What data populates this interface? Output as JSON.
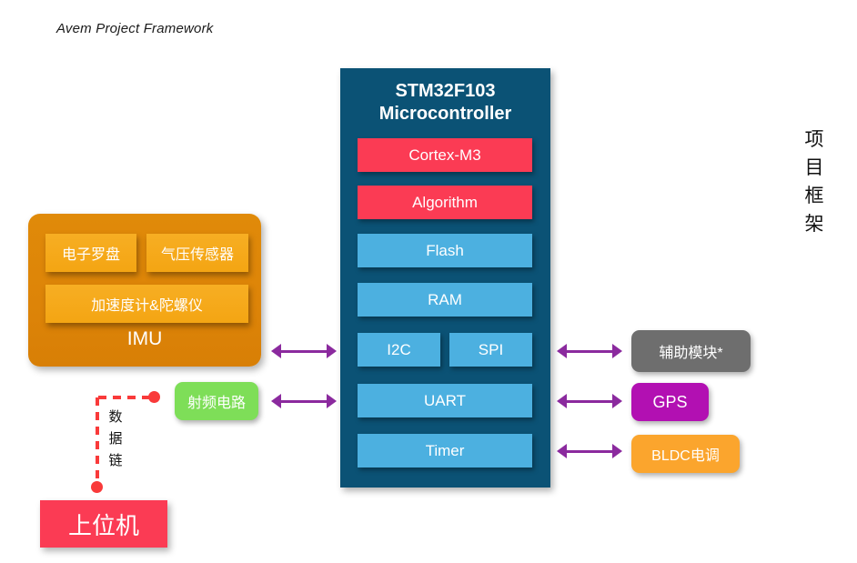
{
  "slide": {
    "title": "Avem Project Framework",
    "side_label_chars": [
      "项",
      "目",
      "框",
      "架"
    ]
  },
  "mcu": {
    "title_line1": "STM32F103",
    "title_line2": "Microcontroller",
    "color": "#0b5275",
    "blocks": [
      {
        "label": "Cortex-M3",
        "color": "#fb3b54"
      },
      {
        "label": "Algorithm",
        "color": "#fb3b54"
      },
      {
        "label": "Flash",
        "color": "#4cb0e0"
      },
      {
        "label": "RAM",
        "color": "#4cb0e0"
      },
      {
        "label": "I2C",
        "color": "#4cb0e0"
      },
      {
        "label": "SPI",
        "color": "#4cb0e0"
      },
      {
        "label": "UART",
        "color": "#4cb0e0"
      },
      {
        "label": "Timer",
        "color": "#4cb0e0"
      }
    ]
  },
  "imu": {
    "label": "IMU",
    "color": "#dd8408",
    "sub_color": "#f4a513",
    "sensors": [
      {
        "label": "电子罗盘"
      },
      {
        "label": "气压传感器"
      },
      {
        "label": "加速度计&陀螺仪"
      }
    ]
  },
  "peripherals": {
    "rf": {
      "label": "射频电路",
      "color": "#7ede58"
    },
    "aux": {
      "label": "辅助模块*",
      "color": "#6e6e6e"
    },
    "gps": {
      "label": "GPS",
      "color": "#b210b2"
    },
    "bldc": {
      "label": "BLDC电调",
      "color": "#fba52d"
    }
  },
  "host": {
    "label": "上位机",
    "color": "#fb3b54"
  },
  "datalink": {
    "label_chars": [
      "数",
      "据",
      "链"
    ],
    "color": "#f93a3a",
    "style": "dashed"
  },
  "connectors": {
    "arrow_color": "#8b2a9e",
    "links": [
      {
        "name": "imu-to-i2c-spi",
        "from": "IMU",
        "to": "I2C/SPI",
        "bidirectional": true
      },
      {
        "name": "rf-to-uart",
        "from": "射频电路",
        "to": "UART",
        "bidirectional": true
      },
      {
        "name": "i2c-spi-to-aux",
        "from": "I2C/SPI",
        "to": "辅助模块*",
        "bidirectional": true
      },
      {
        "name": "uart-to-gps",
        "from": "UART",
        "to": "GPS",
        "bidirectional": true
      },
      {
        "name": "timer-to-bldc",
        "from": "Timer",
        "to": "BLDC电调",
        "bidirectional": true
      }
    ]
  }
}
